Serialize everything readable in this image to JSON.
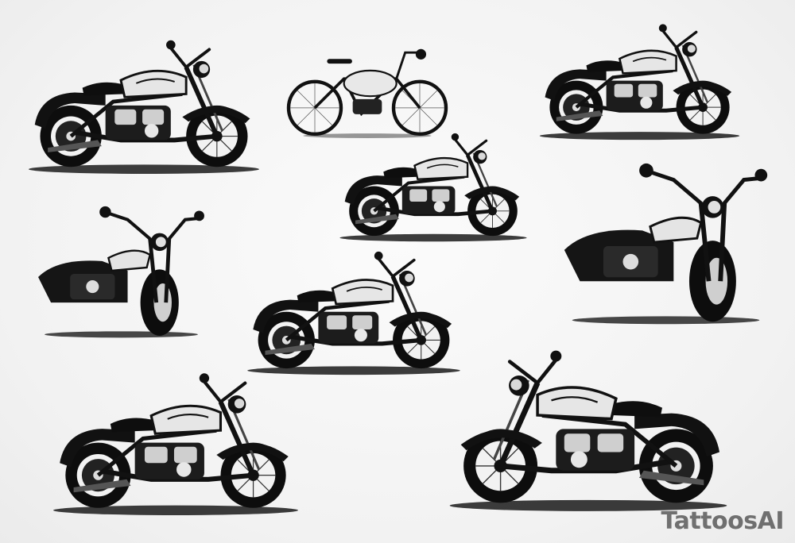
{
  "image": {
    "subject": "vintage-motorcycles-tattoo-flash",
    "palette": {
      "ink": "#111111",
      "chrome": "#e9e9e9",
      "shadow": "#2a2a2a",
      "background": "#f4f4f4"
    }
  },
  "motorcycles": [
    {
      "kind": "bobber",
      "facing": "right"
    },
    {
      "kind": "vintage-bicycle",
      "facing": "right"
    },
    {
      "kind": "cruiser",
      "facing": "right"
    },
    {
      "kind": "cruiser",
      "facing": "right"
    },
    {
      "kind": "chopper",
      "facing": "front-right"
    },
    {
      "kind": "cruiser",
      "facing": "front-right"
    },
    {
      "kind": "cruiser",
      "facing": "right"
    },
    {
      "kind": "chopper",
      "facing": "right"
    },
    {
      "kind": "chopper",
      "facing": "left"
    }
  ],
  "watermark": {
    "text": "TattoosAI"
  }
}
